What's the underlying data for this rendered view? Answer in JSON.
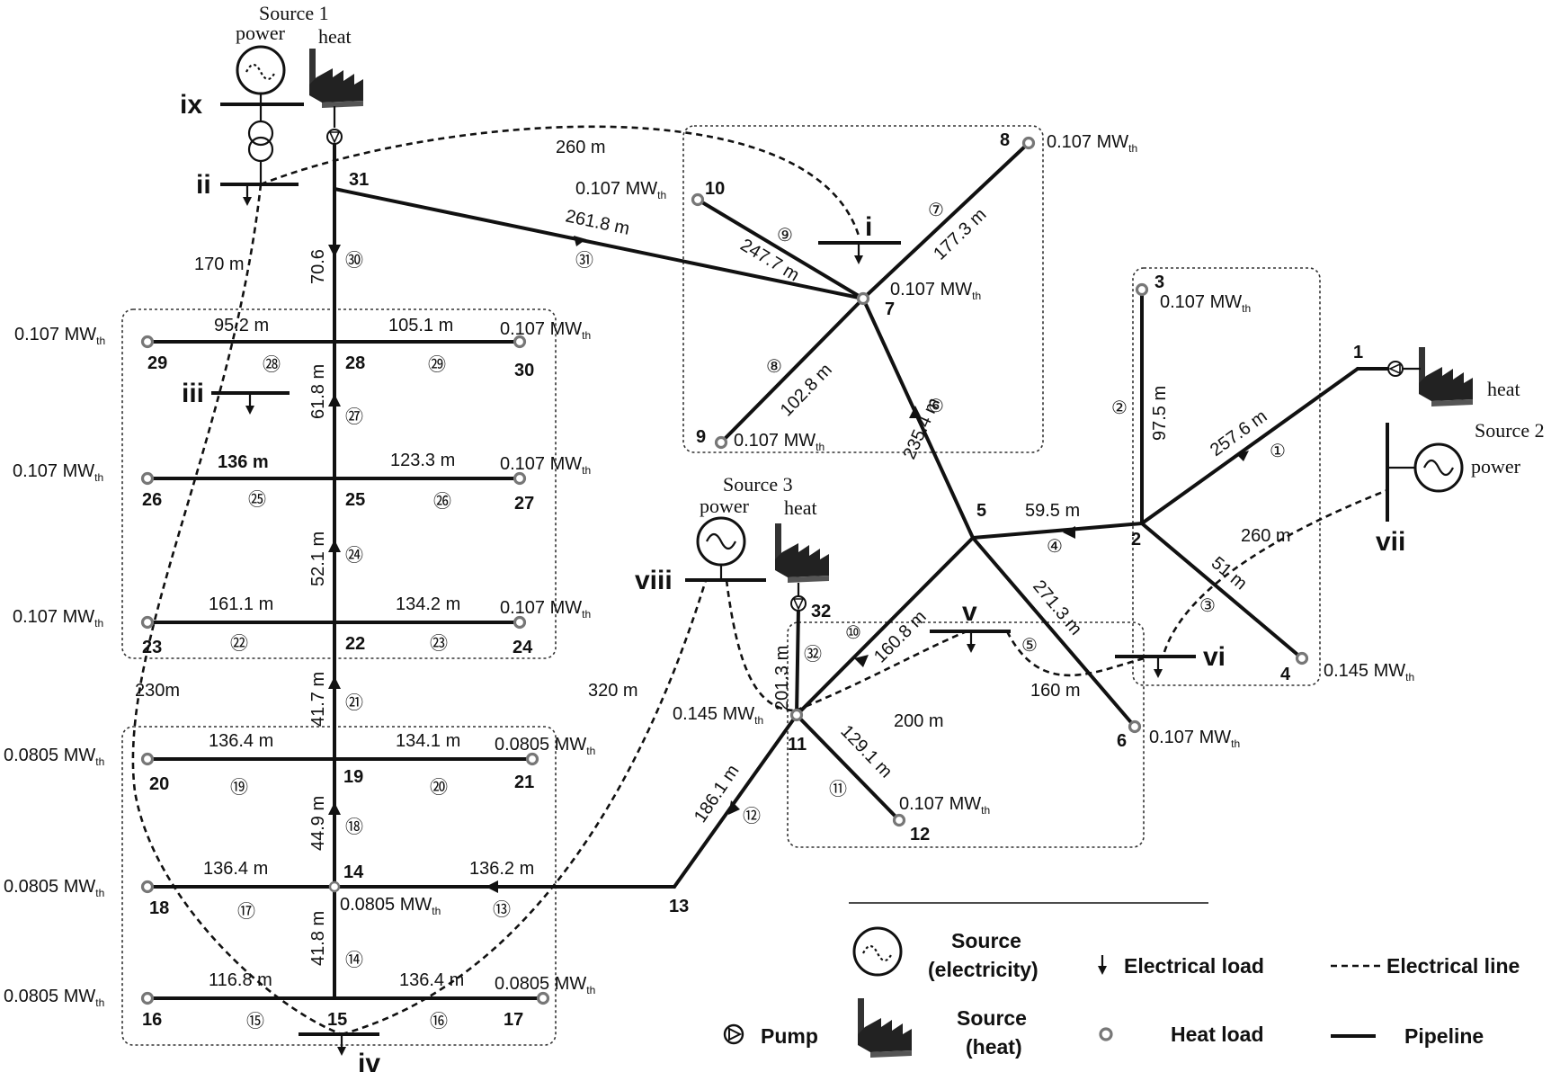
{
  "sources": [
    {
      "name": "Source 1",
      "power_label": "power",
      "heat_label": "heat"
    },
    {
      "name": "Source 2",
      "power_label": "power",
      "heat_label": "heat"
    },
    {
      "name": "Source 3",
      "power_label": "power",
      "heat_label": "heat"
    }
  ],
  "buses": {
    "i": "i",
    "ii": "ii",
    "iii": "iii",
    "iv": "iv",
    "v": "v",
    "vi": "vi",
    "vii": "vii",
    "viii": "viii",
    "ix": "ix"
  },
  "nodes": [
    "1",
    "2",
    "3",
    "4",
    "5",
    "6",
    "7",
    "8",
    "9",
    "10",
    "11",
    "12",
    "13",
    "14",
    "15",
    "16",
    "17",
    "18",
    "19",
    "20",
    "21",
    "22",
    "23",
    "24",
    "25",
    "26",
    "27",
    "28",
    "29",
    "30",
    "31",
    "32"
  ],
  "pipe_numbers": [
    "①",
    "②",
    "③",
    "④",
    "⑤",
    "⑥",
    "⑦",
    "⑧",
    "⑨",
    "⑩",
    "⑪",
    "⑫",
    "⑬",
    "⑭",
    "⑮",
    "⑯",
    "⑰",
    "⑱",
    "⑲",
    "⑳",
    "㉑",
    "㉒",
    "㉓",
    "㉔",
    "㉕",
    "㉖",
    "㉗",
    "㉘",
    "㉙",
    "㉚",
    "㉛",
    "㉜"
  ],
  "pipe_lengths": {
    "p1": "257.6 m",
    "p2": "97.5 m",
    "p3": "51 m",
    "p4": "59.5 m",
    "p5": "271.3 m",
    "p6": "235.4 m",
    "p7": "177.3 m",
    "p8": "102.8 m",
    "p9": "247.7 m",
    "p10": "160.8 m",
    "p11": "129.1 m",
    "p12": "186.1 m",
    "p13": "136.2 m",
    "p14": "41.8 m",
    "p15": "116.8 m",
    "p16": "136.4 m",
    "p17": "136.4 m",
    "p18": "44.9 m",
    "p19": "136.4 m",
    "p20": "134.1 m",
    "p21": "41.7 m",
    "p22": "161.1 m",
    "p23": "134.2 m",
    "p24": "52.1 m",
    "p25": "136 m",
    "p26": "123.3 m",
    "p27": "61.8 m",
    "p28": "95.2 m",
    "p29": "105.1 m",
    "p30": "70.6",
    "p31": "261.8 m",
    "p32": "201.3 m"
  },
  "line_lengths": {
    "top": "260 m",
    "left": "170 m",
    "left_lower": "230m",
    "mid": "320 m",
    "right": "260 m",
    "v_vi": "160 m",
    "v_11": "200 m"
  },
  "loads": {
    "MW": "MW",
    "sub": "th",
    "v0107": "0.107",
    "v0145": "0.145",
    "v00805": "0.0805"
  },
  "legend": {
    "source_elec": [
      "Source",
      "(electricity)"
    ],
    "source_heat": [
      "Source",
      "(heat)"
    ],
    "pump": "Pump",
    "electrical_load": "Electrical load",
    "heat_load": "Heat load",
    "electrical_line": "Electrical line",
    "pipeline": "Pipeline"
  },
  "icons": [
    "power-source-icon",
    "heat-source-factory-icon",
    "pump-icon",
    "transformer-icon",
    "electrical-load-arrow-icon",
    "heat-load-node-icon"
  ]
}
